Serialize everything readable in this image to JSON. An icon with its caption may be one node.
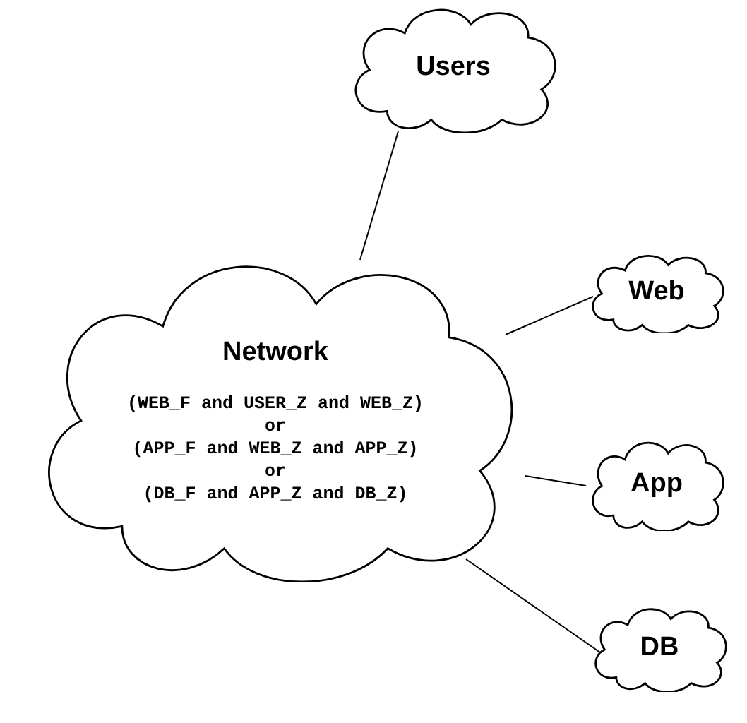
{
  "diagram": {
    "nodes": [
      {
        "text": [
          "Users"
        ]
      },
      {
        "text": [
          "Network",
          "(WEB_F and USER_Z and WEB_Z)",
          "or",
          "(APP_F and WEB_Z and APP_Z)",
          "or",
          "(DB_F and APP_Z and DB_Z)"
        ]
      },
      {
        "text": [
          "Web"
        ]
      },
      {
        "text": [
          "App"
        ]
      },
      {
        "text": [
          "DB"
        ]
      }
    ],
    "edges": [
      {
        "from": 0,
        "to": 1,
        "arrow": "none"
      },
      {
        "from": 1,
        "to": 2,
        "arrow": "none"
      },
      {
        "from": 1,
        "to": 3,
        "arrow": "none"
      },
      {
        "from": 1,
        "to": 4,
        "arrow": "none"
      }
    ]
  }
}
